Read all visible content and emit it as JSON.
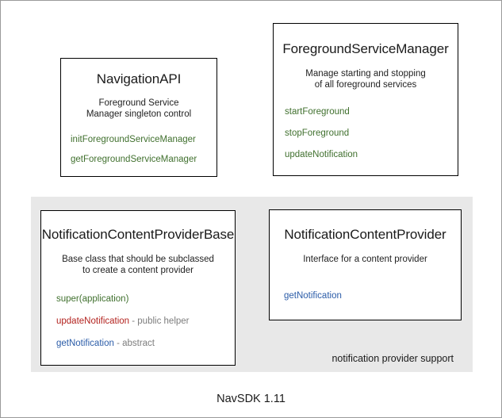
{
  "diagram": {
    "footer_label": "NavSDK 1.11",
    "group_label": "notification provider support",
    "colors": {
      "background": "#ffffff",
      "group_panel": "#e8e8e8",
      "box_border": "#000000",
      "member_green": "#40702e",
      "member_red": "#b3231f",
      "member_blue": "#2b5ca8",
      "member_note": "#7d7d7d"
    },
    "boxes": {
      "navigation_api": {
        "title": "NavigationAPI",
        "description_line1": "Foreground Service",
        "description_line2": "Manager singleton control",
        "members": [
          {
            "name": "initForegroundServiceManager",
            "note": ""
          },
          {
            "name": "getForegroundServiceManager",
            "note": ""
          }
        ]
      },
      "foreground_service_manager": {
        "title": "ForegroundServiceManager",
        "description_line1": "Manage starting and stopping",
        "description_line2": "of all foreground services",
        "members": [
          {
            "name": "startForeground",
            "note": ""
          },
          {
            "name": "stopForeground",
            "note": ""
          },
          {
            "name": "updateNotification",
            "note": ""
          }
        ]
      },
      "notification_content_provider_base": {
        "title": "NotificationContentProviderBase",
        "description_line1": "Base class that should be subclassed",
        "description_line2": "to create a content provider",
        "members": [
          {
            "name": "super(application)",
            "note": ""
          },
          {
            "name": "updateNotification",
            "note": " - public helper"
          },
          {
            "name": "getNotification",
            "note": " - abstract"
          }
        ]
      },
      "notification_content_provider": {
        "title": "NotificationContentProvider",
        "description_line1": "Interface for a content provider",
        "description_line2": "",
        "members": [
          {
            "name": "getNotification",
            "note": ""
          }
        ]
      }
    }
  }
}
